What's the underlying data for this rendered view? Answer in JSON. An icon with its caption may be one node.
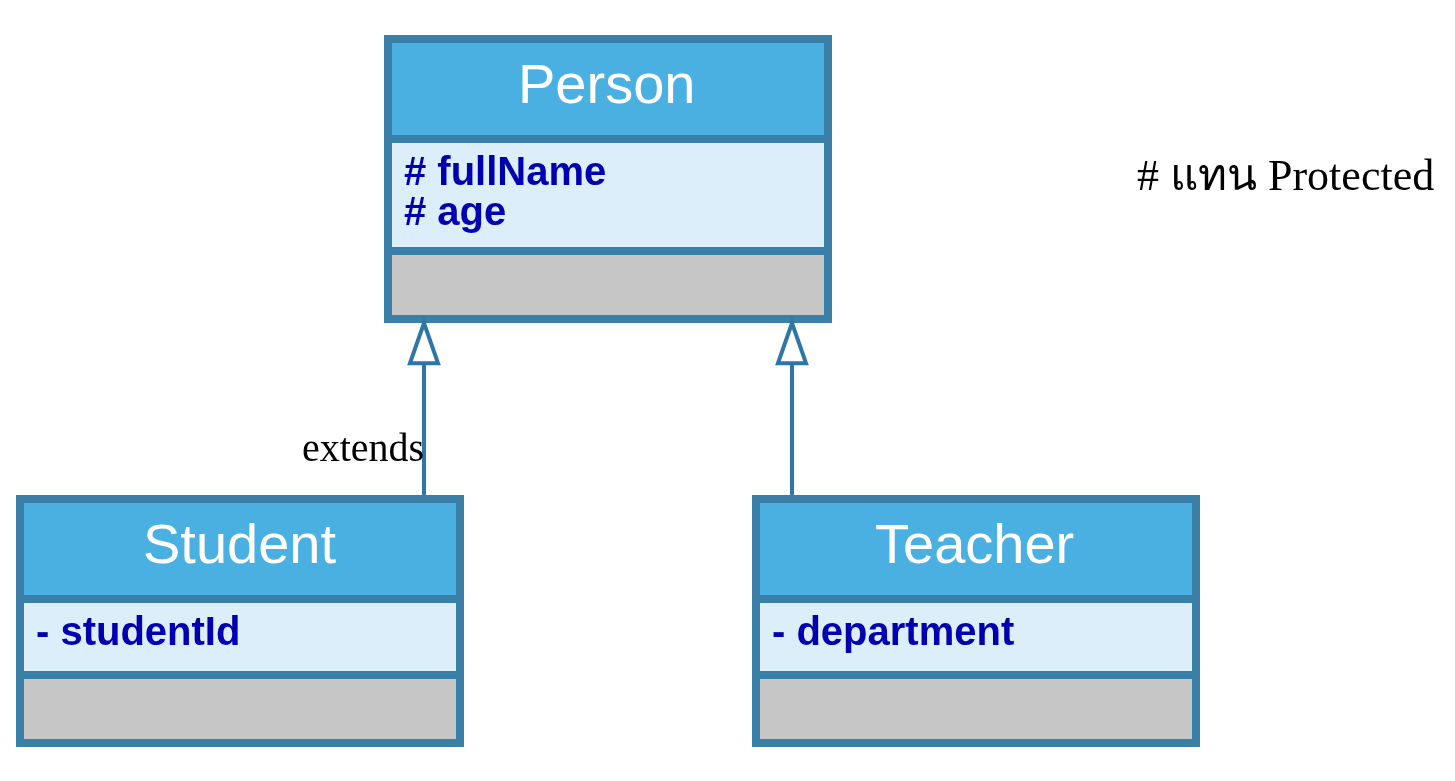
{
  "diagram": {
    "nodes": [
      {
        "text": [
          "Person",
          "# fullName",
          "# age"
        ]
      },
      {
        "text": [
          "Student",
          "- studentId"
        ]
      },
      {
        "text": [
          "Teacher",
          "- department"
        ]
      }
    ],
    "edges": [
      {
        "from": 1,
        "to": 0,
        "arrow": "to",
        "label": "extends"
      },
      {
        "from": 2,
        "to": 0,
        "arrow": "to"
      }
    ],
    "labels": [
      "# แทน Protected"
    ]
  }
}
